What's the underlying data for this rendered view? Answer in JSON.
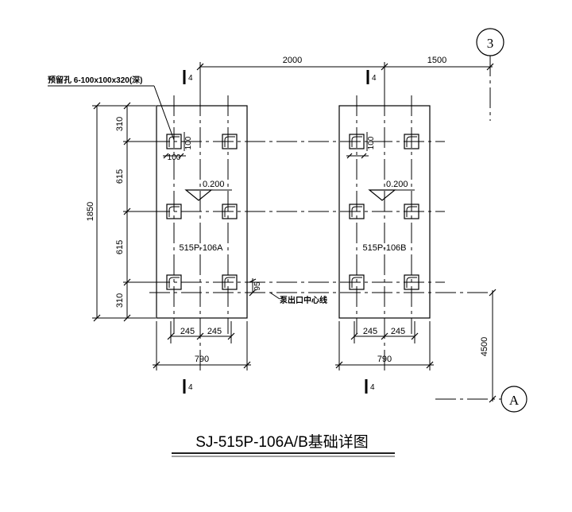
{
  "drawing": {
    "title": "SJ-515P-106A/B基础详图",
    "grid_labels": {
      "row": "3",
      "column": "A"
    },
    "note_reserved_hole": "预留孔 6-100x100x320(深)",
    "note_pump_outlet": "泵出口中心线",
    "section_mark": "4",
    "elevation": "0.200",
    "foundations": [
      {
        "label": "515P-106A"
      },
      {
        "label": "515P-106B"
      }
    ],
    "dims": {
      "top_span_1": "2000",
      "top_span_2": "1500",
      "overall_height": "1850",
      "seg_1": "310",
      "seg_2": "615",
      "seg_3": "615",
      "seg_4": "310",
      "bolt_spacing_a": "245",
      "bolt_spacing_b": "245",
      "overall_width": "790",
      "hole_size_x": "100",
      "hole_size_y": "100",
      "outlet_offset": "95",
      "to_grid_a": "4500"
    }
  }
}
